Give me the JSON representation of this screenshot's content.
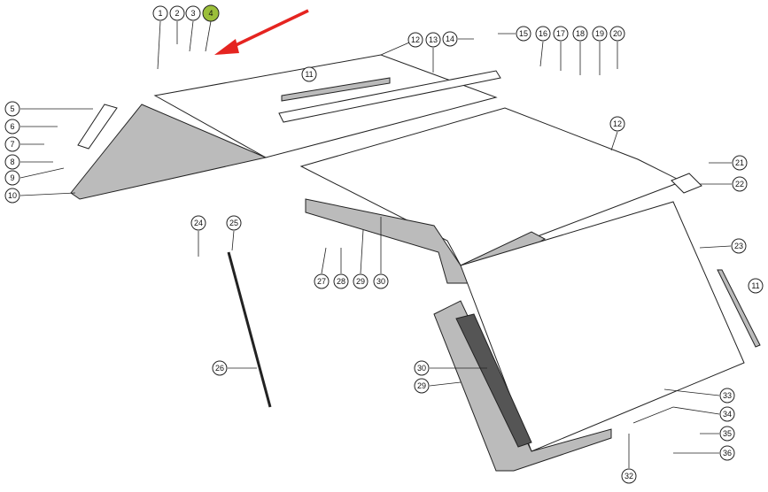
{
  "diagram": {
    "callouts": [
      "1",
      "2",
      "3",
      "4",
      "12",
      "13",
      "14",
      "15",
      "16",
      "17",
      "18",
      "19",
      "20",
      "11",
      "5",
      "6",
      "7",
      "8",
      "9",
      "10",
      "12",
      "21",
      "22",
      "24",
      "25",
      "23",
      "11",
      "27",
      "28",
      "29",
      "30",
      "26",
      "30",
      "29",
      "33",
      "34",
      "35",
      "36",
      "32"
    ],
    "highlighted_callout": "4",
    "highlight_color": "#9bbf3a",
    "arrow_color": "#e52420"
  }
}
